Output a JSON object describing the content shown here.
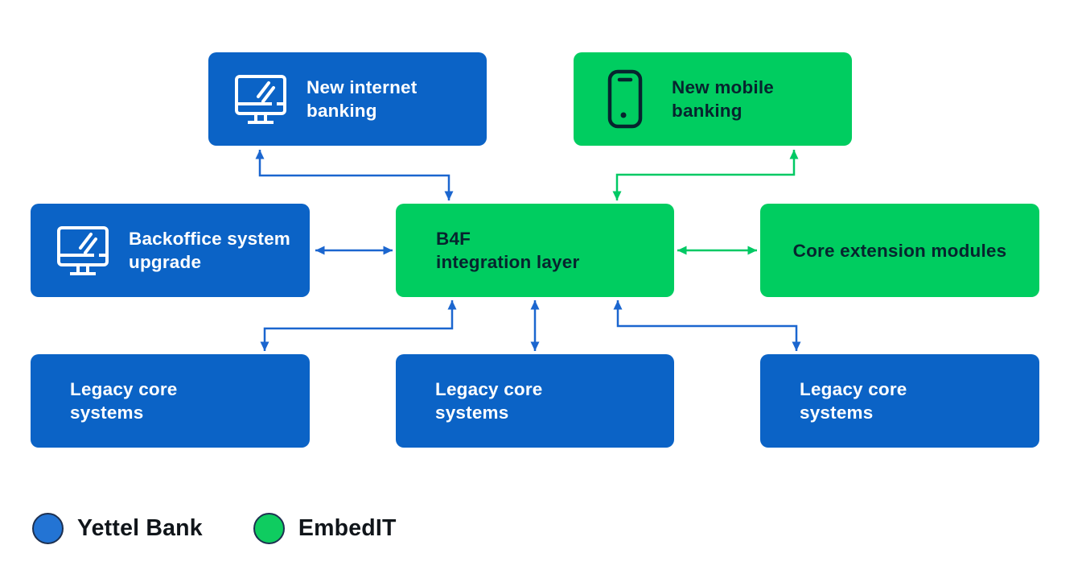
{
  "colors": {
    "yettel_blue_box": "#0b63c6",
    "embedit_green_box": "#00cd60",
    "blue_arrow": "#1b66cf",
    "green_arrow": "#00c964",
    "dark_text_on_green": "#07242e",
    "white_text_on_blue": "#ffffff",
    "legend_circle_border": "#1d3050"
  },
  "nodes": {
    "new_internet_banking": {
      "line1": "New internet",
      "line2": "banking",
      "fill": "#0b63c6",
      "icon": "monitor-icon"
    },
    "new_mobile_banking": {
      "line1": "New mobile",
      "line2": "banking",
      "fill": "#00cd60",
      "icon": "smartphone-icon"
    },
    "backoffice_system_upgrade": {
      "line1": "Backoffice system",
      "line2": "upgrade",
      "fill": "#0b63c6",
      "icon": "monitor-icon"
    },
    "b4f_integration_layer": {
      "line1": "B4F",
      "line2": "integration layer",
      "fill": "#00cd60"
    },
    "core_extension_modules": {
      "label": "Core extension modules",
      "fill": "#00cd60"
    },
    "legacy_core_1": {
      "line1": "Legacy core",
      "line2": "systems",
      "fill": "#0b63c6"
    },
    "legacy_core_2": {
      "line1": "Legacy core",
      "line2": "systems",
      "fill": "#0b63c6"
    },
    "legacy_core_3": {
      "line1": "Legacy core",
      "line2": "systems",
      "fill": "#0b63c6"
    }
  },
  "connectors": [
    {
      "from": "new_internet_banking",
      "to": "b4f_integration_layer",
      "color": "#1b66cf",
      "style": "elbow",
      "bidirectional": true
    },
    {
      "from": "new_mobile_banking",
      "to": "b4f_integration_layer",
      "color": "#00c964",
      "style": "elbow",
      "bidirectional": true
    },
    {
      "from": "backoffice_system_upgrade",
      "to": "b4f_integration_layer",
      "color": "#1b66cf",
      "style": "straight",
      "bidirectional": true
    },
    {
      "from": "b4f_integration_layer",
      "to": "core_extension_modules",
      "color": "#00c964",
      "style": "straight",
      "bidirectional": true
    },
    {
      "from": "b4f_integration_layer",
      "to": "legacy_core_1",
      "color": "#1b66cf",
      "style": "elbow",
      "bidirectional": true
    },
    {
      "from": "b4f_integration_layer",
      "to": "legacy_core_2",
      "color": "#1b66cf",
      "style": "straight",
      "bidirectional": true
    },
    {
      "from": "b4f_integration_layer",
      "to": "legacy_core_3",
      "color": "#1b66cf",
      "style": "elbow",
      "bidirectional": true
    }
  ],
  "legend": {
    "items": [
      {
        "label": "Yettel Bank",
        "color": "#2374d4"
      },
      {
        "label": "EmbedIT",
        "color": "#0fcc60"
      }
    ]
  }
}
